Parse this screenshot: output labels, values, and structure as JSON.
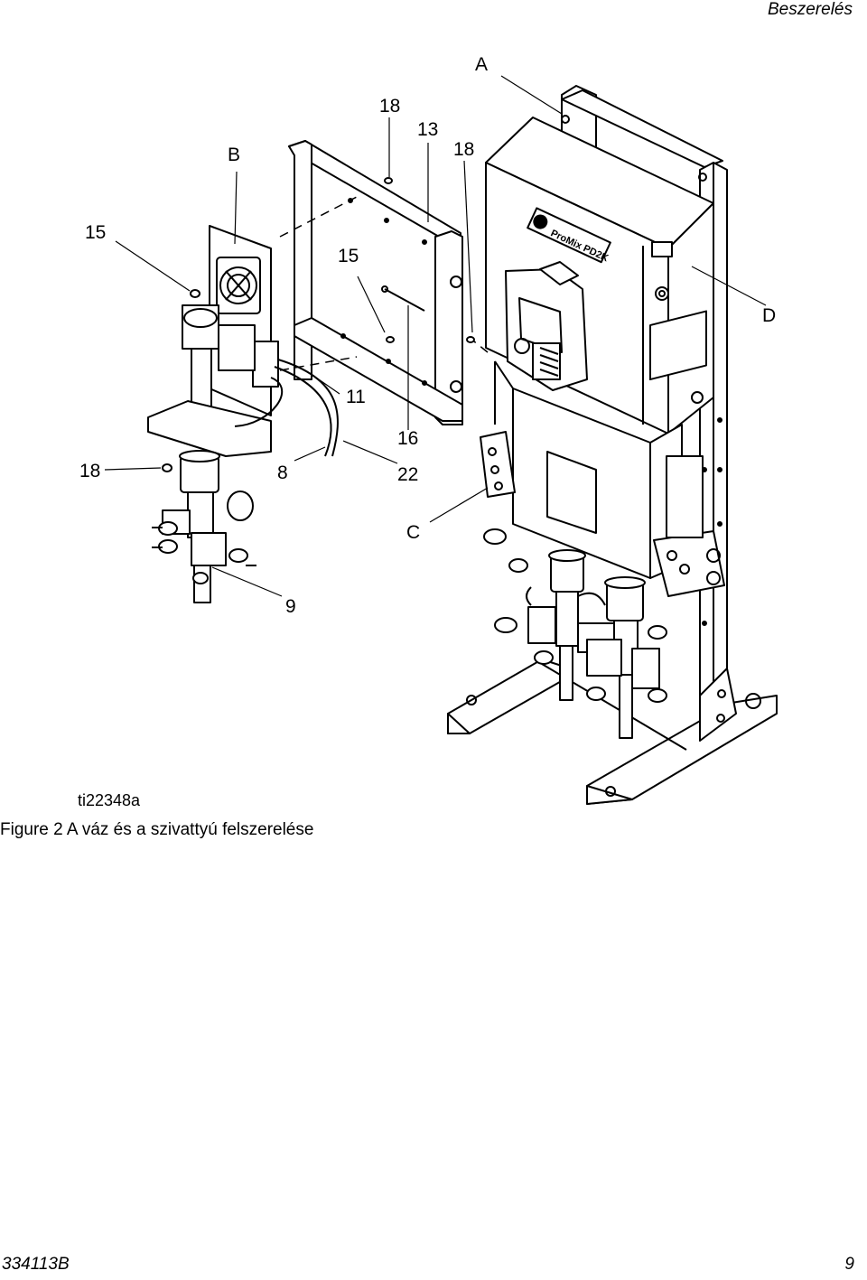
{
  "page": {
    "section_title": "Beszerelés",
    "doc_number": "334113B",
    "page_number": "9"
  },
  "figure": {
    "id_label": "ti22348a",
    "caption": "Figure 2  A váz és a szivattyú felszerelése",
    "panel_brand": "ProMix PD2K"
  },
  "callouts": {
    "A": "A",
    "B": "B",
    "C": "C",
    "D": "D",
    "n18_top": "18",
    "n13": "13",
    "n18_mid": "18",
    "n15_left": "15",
    "n15_mid": "15",
    "n11": "11",
    "n16": "16",
    "n18_left": "18",
    "n8": "8",
    "n22": "22",
    "n9": "9"
  }
}
